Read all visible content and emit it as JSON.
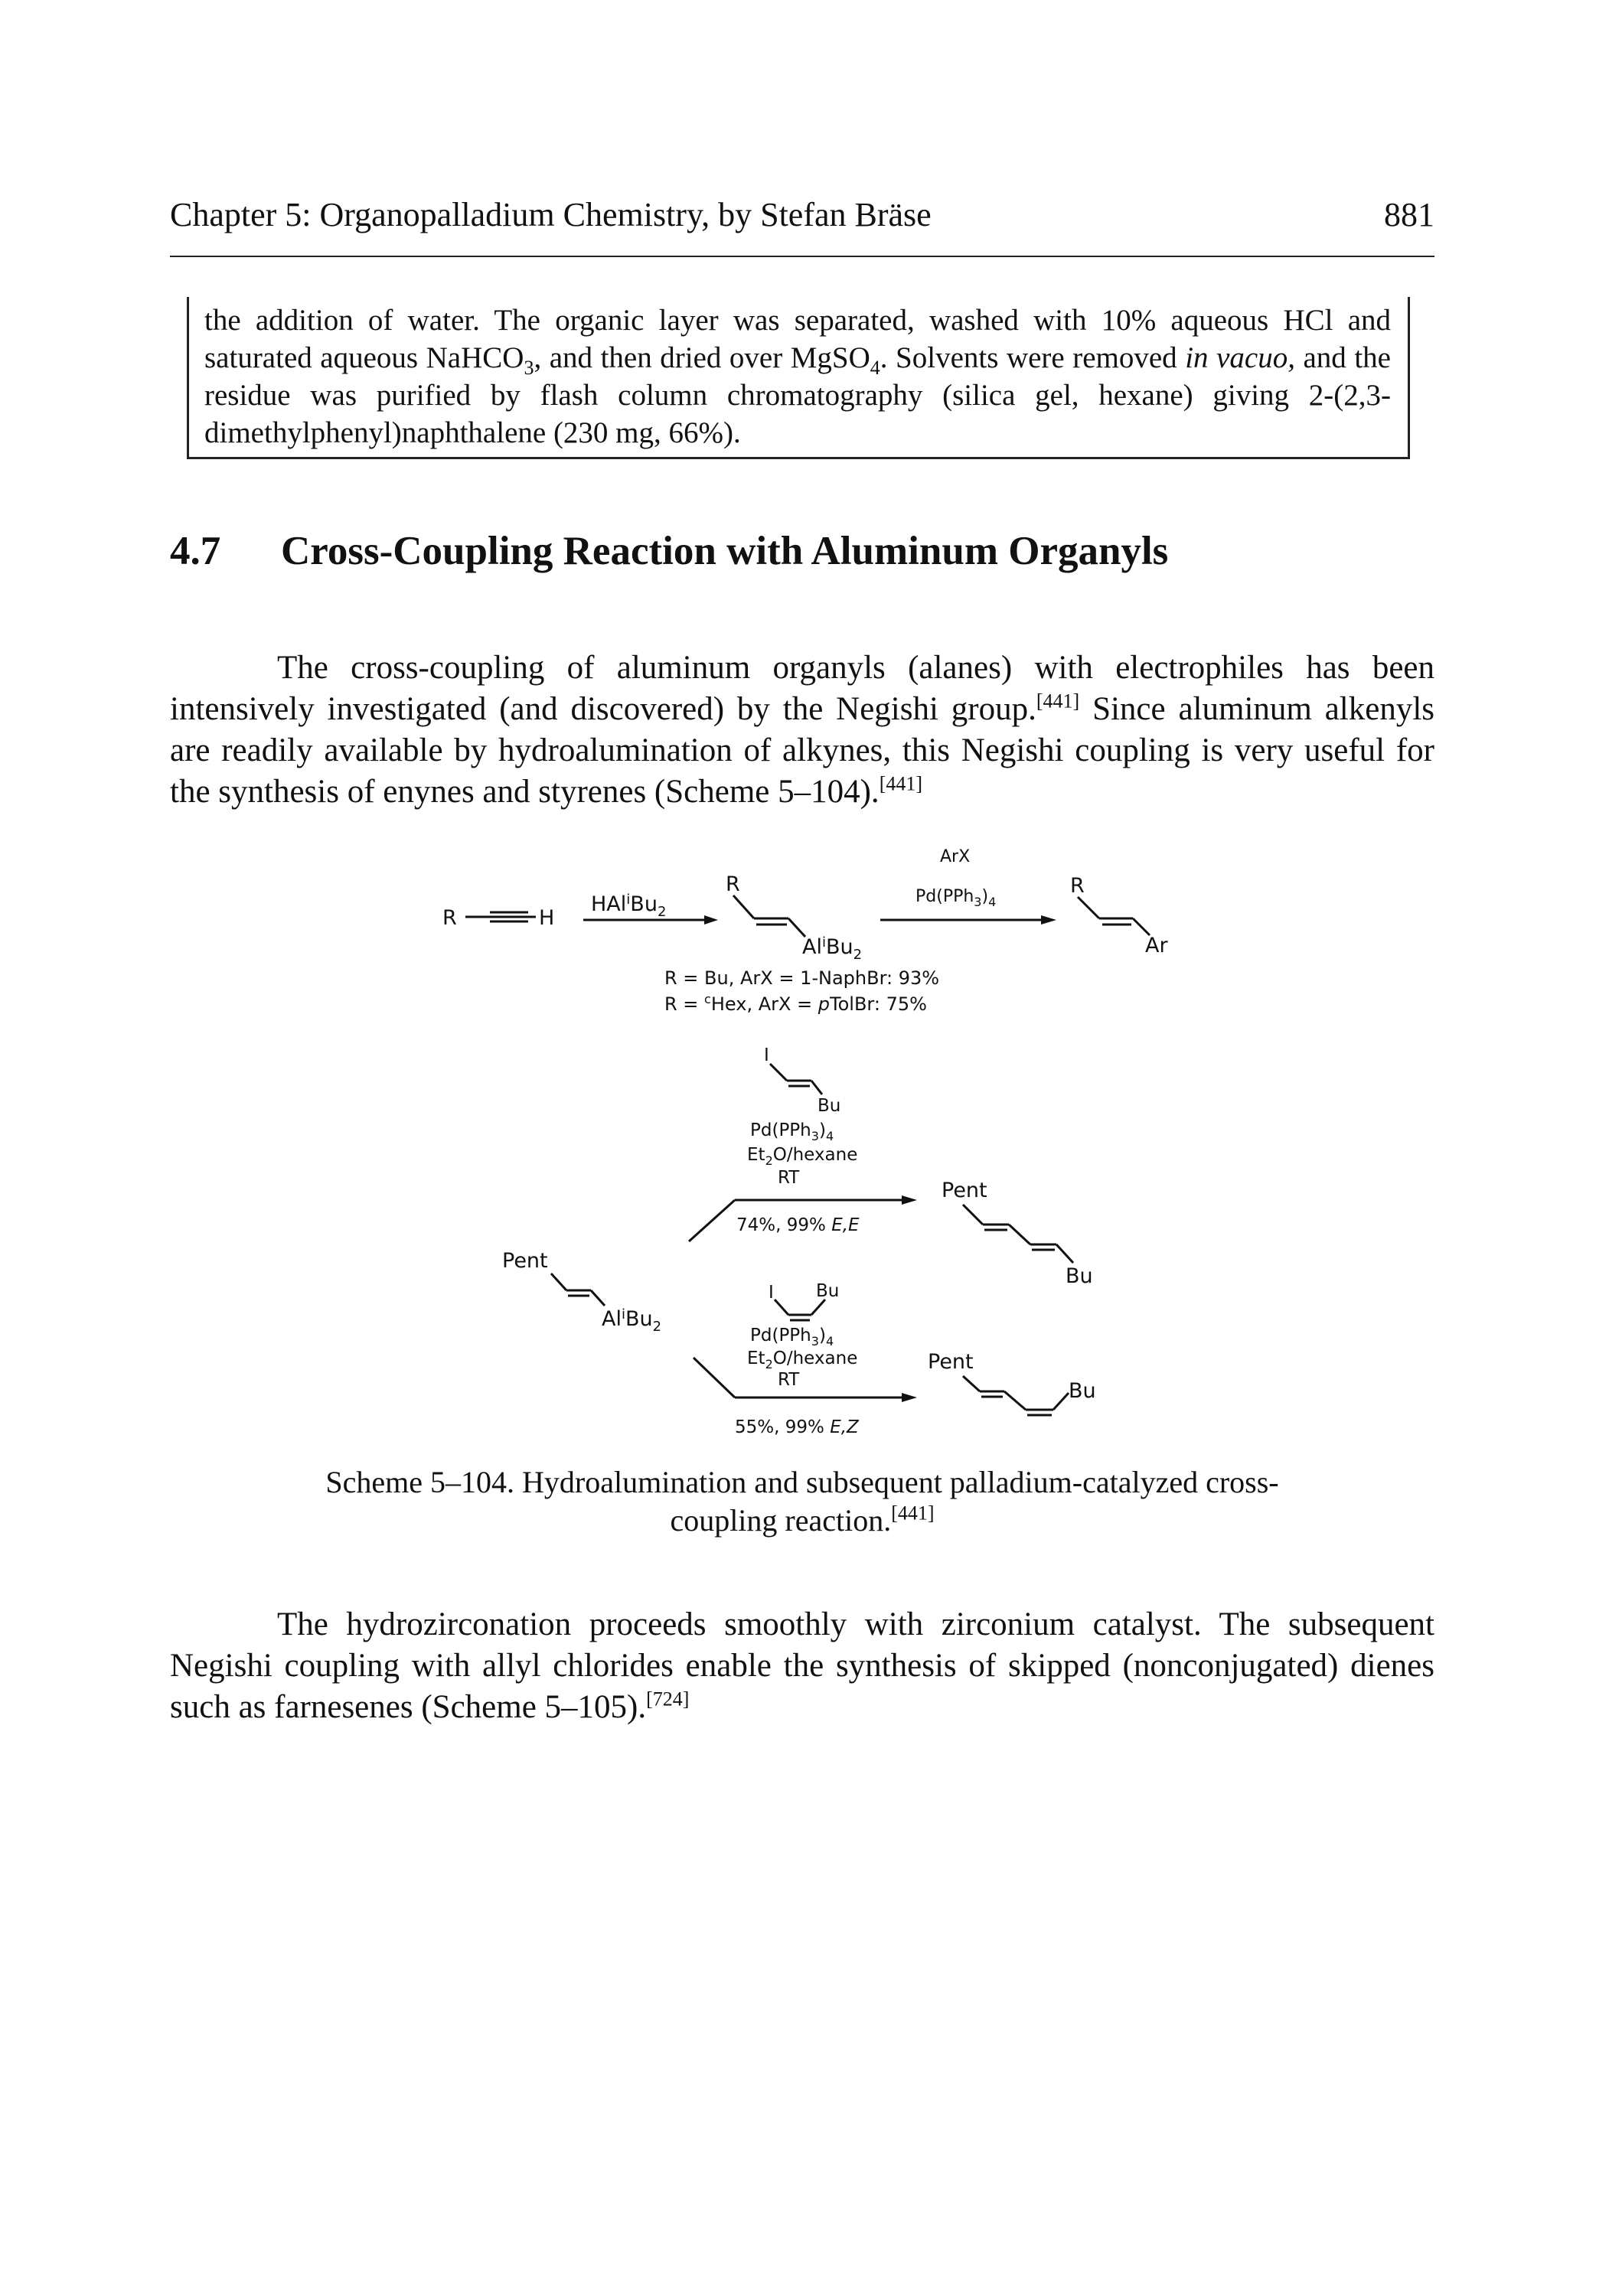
{
  "header": {
    "title": "Chapter 5: Organopalladium Chemistry, by Stefan Bräse",
    "page_number": "881"
  },
  "boxed_text": {
    "part1": "the addition of water. The organic layer was separated, washed with 10% aqueous HCl and saturated aqueous NaHCO",
    "sub1": "3",
    "part2": ", and then dried over MgSO",
    "sub2": "4",
    "part3": ". Solvents were removed ",
    "italic": "in vacuo,",
    "part4": " and the residue was purified by flash column chromatography (silica gel, hexane) giving 2-(2,3-dimethylphenyl)naphthalene (230 mg, 66%)."
  },
  "section": {
    "number": "4.7",
    "title": "Cross-Coupling Reaction with Aluminum Organyls"
  },
  "paragraph1": {
    "text_a": "The cross-coupling of aluminum organyls (alanes) with electrophiles has been intensively investigated (and discovered) by the Negishi group.",
    "ref_a": "[441]",
    "text_b": " Since aluminum alkenyls are readily available by hydroalumination of alkynes, this Negishi coupling is very useful for the synthesis of enynes and styrenes (Scheme 5–104).",
    "ref_b": "[441]"
  },
  "scheme": {
    "top": {
      "alkyne_left": "R",
      "alkyne_right": "H",
      "reagent1": "HAl",
      "reagent1_sup": "i",
      "reagent1_tail": "Bu",
      "reagent1_sub": "2",
      "r_label": "R",
      "al_label": "Al",
      "al_sup": "i",
      "al_tail": "Bu",
      "al_sub": "2",
      "arx": "ArX",
      "catalyst": "Pd(PPh",
      "catalyst_sub": "3",
      "catalyst_tail": ")",
      "catalyst_sub2": "4",
      "product_r": "R",
      "product_ar": "Ar",
      "condition1": "R = Bu, ArX = 1-NaphBr: 93%",
      "condition2_a": "R = ",
      "condition2_sup": "c",
      "condition2_b": "Hex, ArX = ",
      "condition2_italic": "p",
      "condition2_c": "TolBr: 75%"
    },
    "bottom": {
      "start_pent": "Pent",
      "start_al": "Al",
      "start_al_sup": "i",
      "start_al_tail": "Bu",
      "start_al_sub": "2",
      "upper_reagent_i": "I",
      "upper_reagent_bu": "Bu",
      "catalyst": "Pd(PPh",
      "catalyst_sub": "3",
      "catalyst_tail": ")",
      "catalyst_sub2": "4",
      "solvent": "Et",
      "solvent_sub": "2",
      "solvent_tail": "O/hexane",
      "temp": "RT",
      "upper_yield_a": "74%, 99% ",
      "upper_yield_b": "E,E",
      "upper_product_pent": "Pent",
      "upper_product_bu": "Bu",
      "lower_reagent_i": "I",
      "lower_reagent_bu": "Bu",
      "lower_yield_a": "55%, 99% ",
      "lower_yield_b": "E,Z",
      "lower_product_pent": "Pent",
      "lower_product_bu": "Bu"
    }
  },
  "caption": {
    "line1": "Scheme 5–104. Hydroalumination and subsequent palladium-catalyzed cross-",
    "line2": "coupling reaction.",
    "ref": "[441]"
  },
  "paragraph2": {
    "text": "The hydrozirconation proceeds smoothly with zirconium catalyst. The subsequent Negishi coupling with allyl chlorides enable the synthesis of skipped (nonconjugated) dienes such as farnesenes (Scheme 5–105).",
    "ref": "[724]"
  }
}
